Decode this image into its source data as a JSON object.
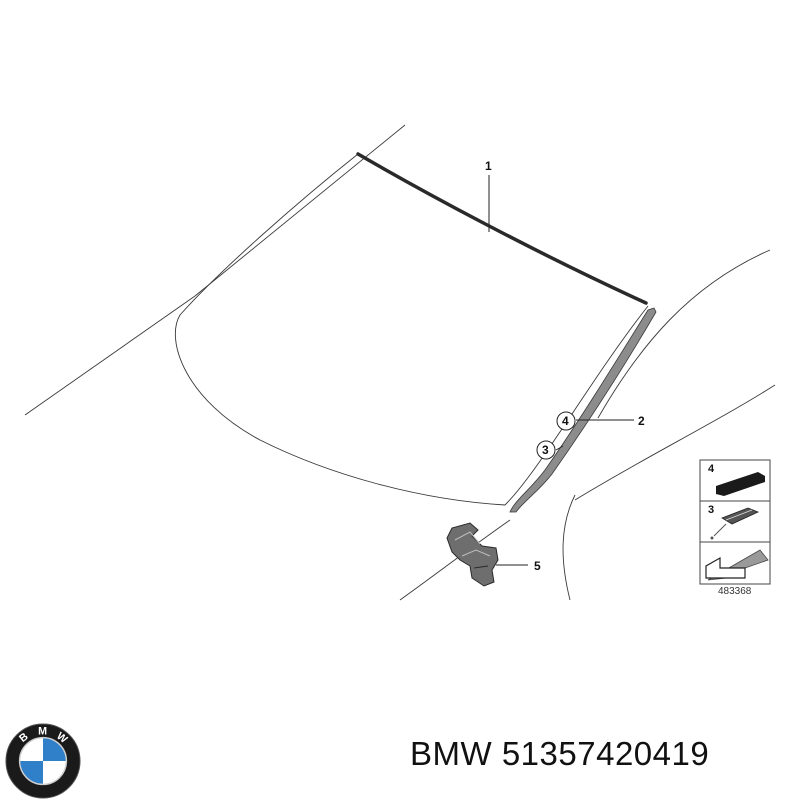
{
  "diagram": {
    "callouts": [
      "1",
      "2",
      "3",
      "4",
      "5"
    ],
    "legend": {
      "items": [
        "4",
        "3"
      ],
      "code": "483368"
    }
  },
  "caption": {
    "brand": "BMW",
    "part_number": "51357420419"
  },
  "logo": {
    "letters": [
      "B",
      "M",
      "W"
    ],
    "colors": {
      "ring": "#1a1a1a",
      "blue": "#2f7fc9",
      "white": "#ffffff"
    }
  }
}
